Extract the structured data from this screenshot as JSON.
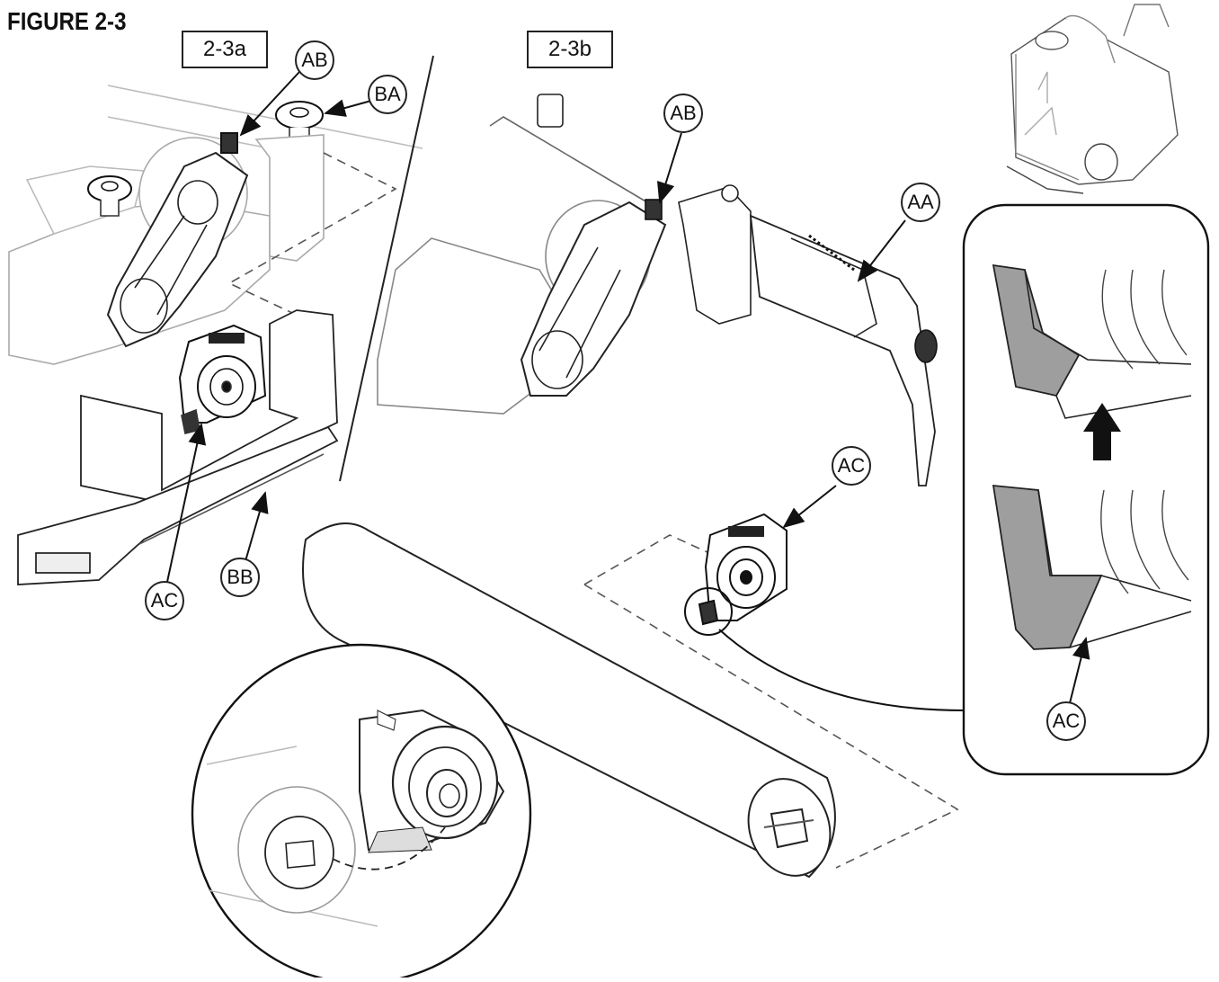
{
  "figure": {
    "title": "FIGURE 2-3",
    "views": [
      {
        "label": "2-3a"
      },
      {
        "label": "2-3b"
      }
    ]
  },
  "callouts": {
    "a_AB": "AB",
    "a_BA": "BA",
    "a_AC": "AC",
    "a_BB": "BB",
    "b_AB": "AB",
    "b_AA": "AA",
    "b_AC": "AC",
    "detail_AC": "AC"
  },
  "colors": {
    "line": "#222222",
    "light_line": "#9a9a9a",
    "part_fill": "#ffffff",
    "shadow_fill": "#9e9e9e"
  },
  "icons": {
    "direction_arrow": "up-arrow-icon"
  }
}
